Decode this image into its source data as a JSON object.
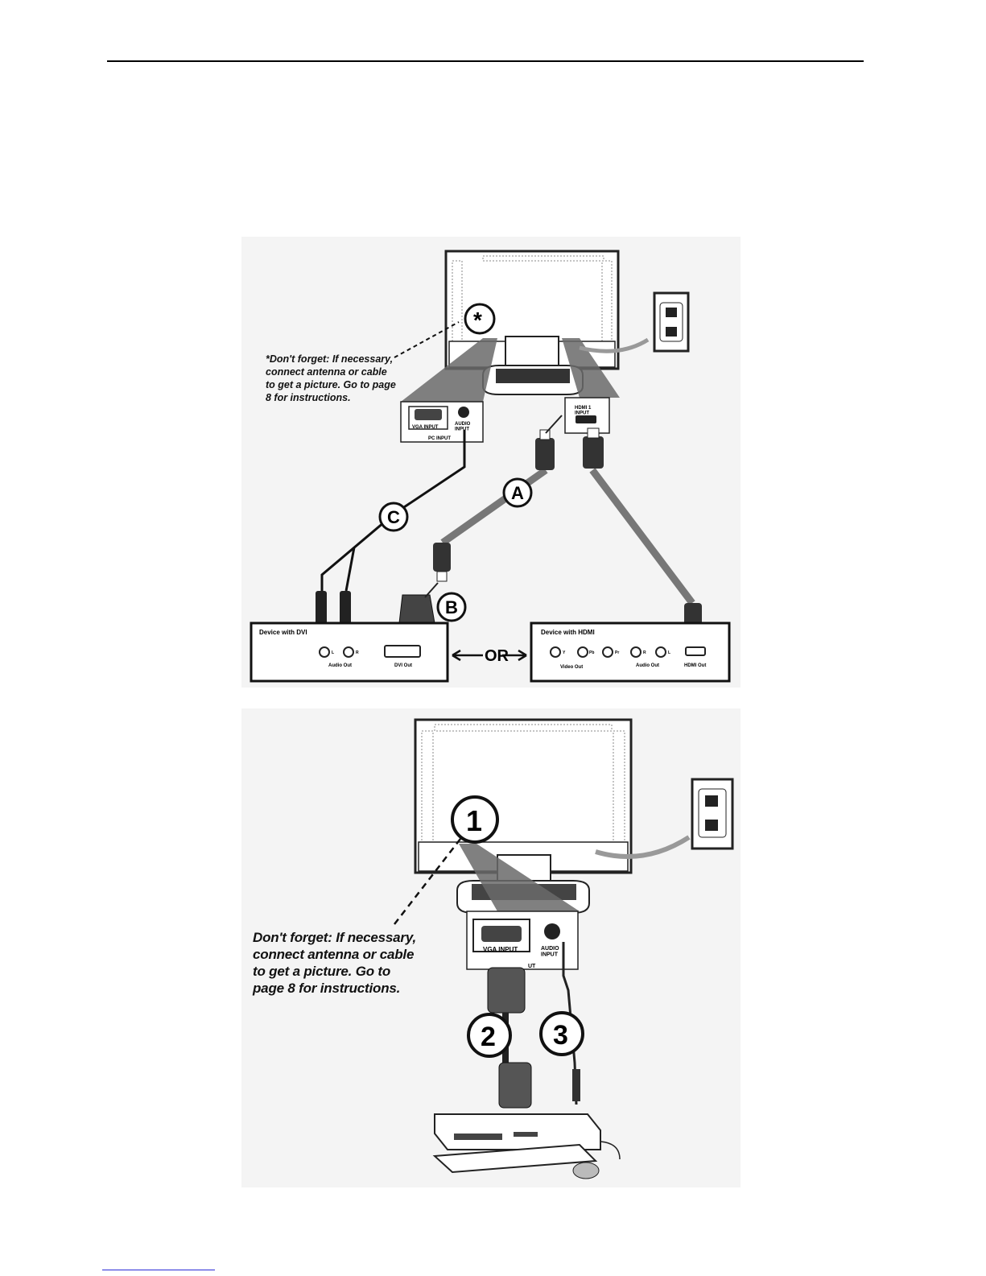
{
  "figure_top": {
    "note": "*Don't forget: If necessary,\nconnect antenna or cable\nto get a picture. Go to page\n8 for instructions.",
    "asterisk": "*",
    "callouts": [
      "A",
      "B",
      "C"
    ],
    "or_label": "OR",
    "tv_panel": {
      "vga_input": "VGA INPUT",
      "audio_input": "AUDIO\nINPUT",
      "pc_input": "PC INPUT",
      "hdmi_input": "HDMI 1\nINPUT"
    },
    "device_dvi": {
      "title": "Device with DVI",
      "audio_out": "Audio Out",
      "dvi_out": "DVI Out",
      "jack_l": "L",
      "jack_r": "R"
    },
    "device_hdmi": {
      "title": "Device with HDMI",
      "video_out": "Video Out",
      "audio_out": "Audio Out",
      "hdmi_out": "HDMI Out",
      "jack_y": "Y",
      "jack_pb": "Pb",
      "jack_pr": "Pr",
      "jack_r": "R",
      "jack_l": "L"
    }
  },
  "figure_bottom": {
    "note": "Don't forget: If necessary,\nconnect antenna or cable\nto get a picture. Go to\npage 8 for instructions.",
    "callouts": [
      "1",
      "2",
      "3"
    ],
    "vga_input": "VGA INPUT",
    "audio_input": "AUDIO\nINPUT",
    "pc_input_partial": "UT"
  }
}
